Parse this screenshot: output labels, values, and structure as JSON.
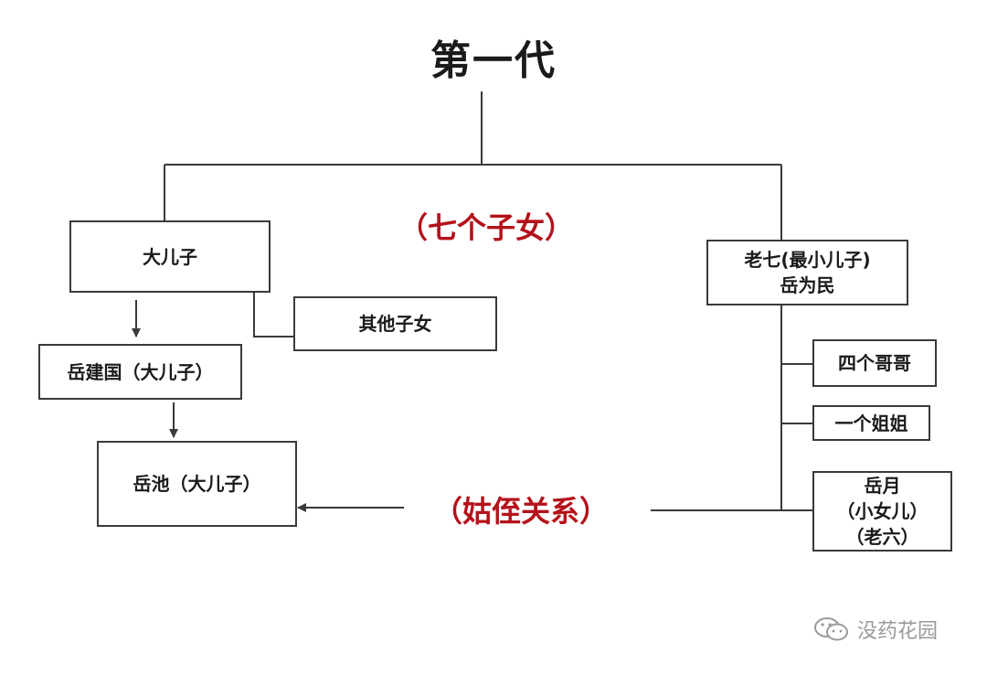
{
  "title": "第一代",
  "labels": {
    "children_count": "（七个子女）",
    "relation": "（姑侄关系）"
  },
  "nodes": {
    "eldest_son": "大儿子",
    "other_children": "其他子女",
    "yue_jianguo": "岳建国（大儿子）",
    "yue_chi": "岳池（大儿子）",
    "seventh": {
      "line1": "老七(最小儿子)",
      "line2": "岳为民"
    },
    "four_brothers": "四个哥哥",
    "one_sister": "一个姐姐",
    "yue_yue": {
      "line1": "岳月",
      "line2": "（小女儿）",
      "line3": "（老六）"
    }
  },
  "watermark": {
    "text": "没药花园",
    "icon": "wechat-icon"
  },
  "colors": {
    "accent_red": "#b5121b",
    "line": "#3a3a3a"
  }
}
